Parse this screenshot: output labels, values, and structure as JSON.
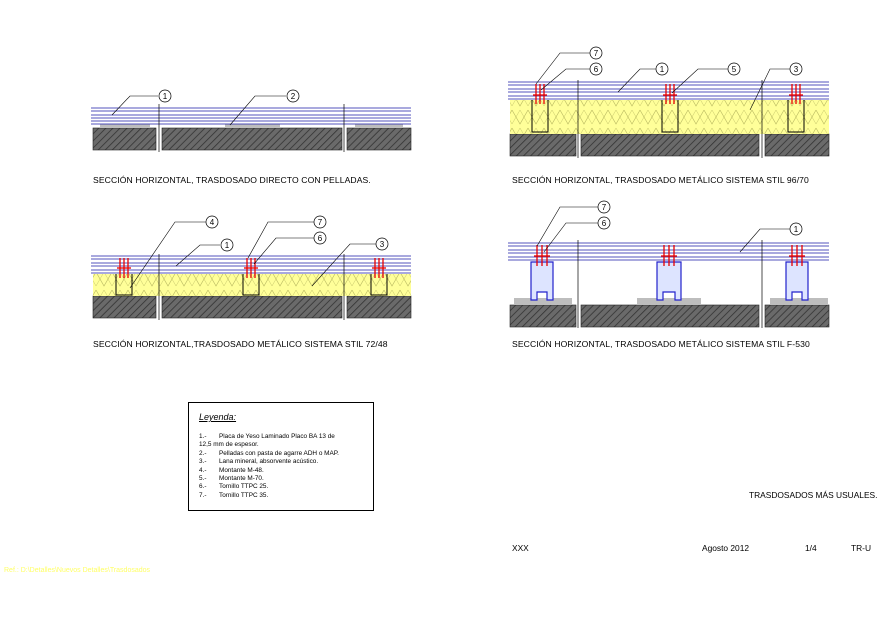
{
  "sections": [
    {
      "caption": "SECCIÓN HORIZONTAL, TRASDOSADO DIRECTO CON PELLADAS.",
      "callouts": [
        "1",
        "2"
      ]
    },
    {
      "caption": "SECCIÓN HORIZONTAL, TRASDOSADO METÁLICO SISTEMA STIL 96/70",
      "callouts": [
        "7",
        "6",
        "1",
        "5",
        "3"
      ]
    },
    {
      "caption": "SECCIÓN HORIZONTAL,TRASDOSADO METÁLICO SISTEMA STIL 72/48",
      "callouts": [
        "4",
        "1",
        "7",
        "6",
        "3"
      ]
    },
    {
      "caption": "SECCIÓN HORIZONTAL, TRASDOSADO METÁLICO SISTEMA STIL F-530",
      "callouts": [
        "7",
        "6",
        "1"
      ]
    }
  ],
  "legend": {
    "title": "Leyenda:",
    "items": [
      {
        "num": "1.-",
        "text": "Placa de Yeso Laminado Placo BA 13   de"
      },
      {
        "num": "",
        "text": "12,5 mm de espesor."
      },
      {
        "num": "2.-",
        "text": "Pelladas con pasta de agarre ADH o MAP."
      },
      {
        "num": "3.-",
        "text": "Lana mineral, absorvente acústico."
      },
      {
        "num": "4.-",
        "text": "Montante M-48."
      },
      {
        "num": "5.-",
        "text": "Montante M-70."
      },
      {
        "num": "6.-",
        "text": "Tornillo TTPC 25."
      },
      {
        "num": "7.-",
        "text": "Tornillo TTPC 35."
      }
    ]
  },
  "footer": {
    "sheet_title": "TRASDOSADOS MÁS USUALES.",
    "author": "XXX",
    "date": "Agosto 2012",
    "page": "1/4",
    "code": "TR-U"
  },
  "file_path": "Ref.: D:\\Detalles\\Nuevos Detalles\\Trasdosados",
  "colors": {
    "board": "#1a1aa8",
    "insulation": "#ffff99",
    "wall": "#555555",
    "screw": "#e60000",
    "stud": "#2222cc"
  }
}
